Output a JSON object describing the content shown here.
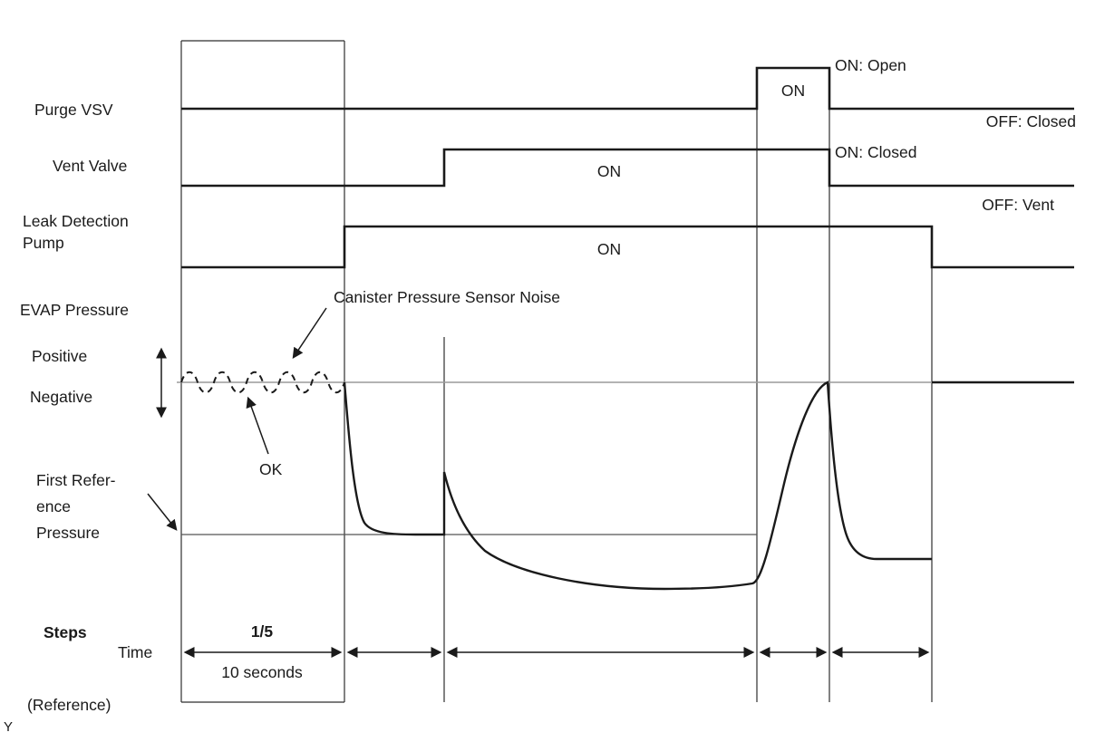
{
  "signals": {
    "purge_vsv": {
      "label": "Purge VSV",
      "on_text": "ON",
      "legend_on": "ON: Open",
      "legend_off": "OFF: Closed"
    },
    "vent_valve": {
      "label": "Vent Valve",
      "on_text": "ON",
      "legend_on": "ON: Closed",
      "legend_off": "OFF: Vent"
    },
    "leak_pump": {
      "label_line1": "Leak Detection",
      "label_line2": "Pump",
      "on_text": "ON"
    }
  },
  "pressure": {
    "label": "EVAP Pressure",
    "positive": "Positive",
    "negative": "Negative",
    "noise_annotation": "Canister Pressure Sensor Noise",
    "ok_annotation": "OK",
    "first_ref_line1": "First Refer-",
    "first_ref_line2": "ence",
    "first_ref_line3": "Pressure"
  },
  "axis": {
    "steps": "Steps",
    "time": "Time",
    "step_value": "1/5",
    "duration": "10 seconds",
    "reference": "(Reference)",
    "corner_mark": "Y"
  }
}
